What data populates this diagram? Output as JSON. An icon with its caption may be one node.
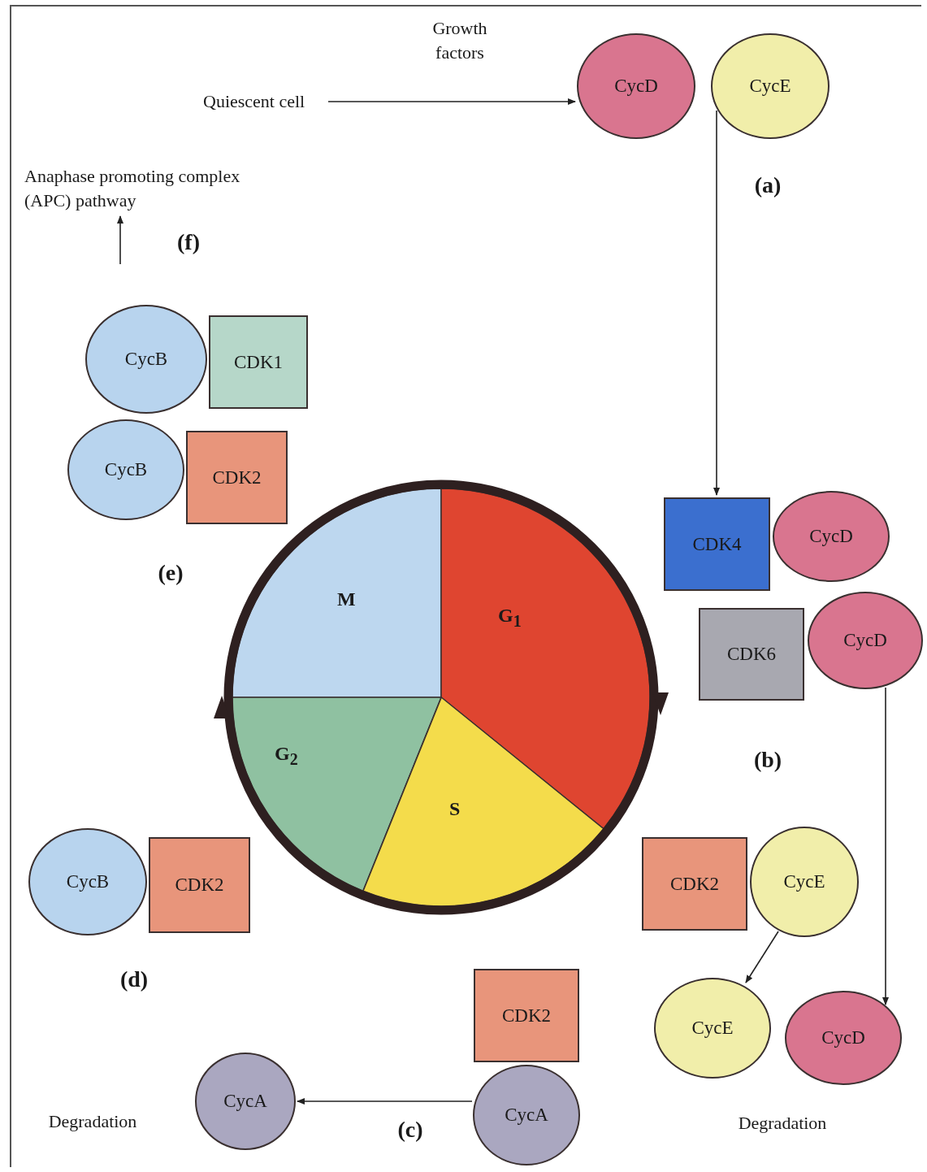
{
  "diagram": {
    "nodes": [
      {
        "text": [
          "Quiescent cell"
        ]
      },
      {
        "text": [
          "CycD"
        ]
      },
      {
        "text": [
          "CycE"
        ]
      },
      {
        "text": [
          "Anaphase promoting complex (APC) pathway"
        ]
      },
      {
        "text": [
          "CycB"
        ]
      },
      {
        "text": [
          "CDK1"
        ]
      },
      {
        "text": [
          "CycB"
        ]
      },
      {
        "text": [
          "CDK2"
        ]
      },
      {
        "text": [
          "M"
        ]
      },
      {
        "text": [
          "G$_{1}$"
        ]
      },
      {
        "text": [
          "CDK4"
        ]
      },
      {
        "text": [
          "CycD"
        ]
      },
      {
        "text": [
          "CDK6"
        ]
      },
      {
        "text": [
          "CycD"
        ]
      },
      {
        "text": [
          "G$_{2}$"
        ]
      },
      {
        "text": [
          "S"
        ]
      },
      {
        "text": [
          "CycB"
        ]
      },
      {
        "text": [
          "CDK2"
        ]
      },
      {
        "text": [
          "CDK2"
        ]
      },
      {
        "text": [
          "CycE"
        ]
      },
      {
        "text": [
          "CycE"
        ]
      },
      {
        "text": [
          "CycD"
        ]
      },
      {
        "text": [
          "CDK2"
        ]
      },
      {
        "text": [
          "CycA"
        ]
      },
      {
        "text": [
          "CycA"
        ]
      }
    ],
    "edges": [
      {
        "from": 0,
        "to": 1,
        "arrow": "to",
        "label": "Growth factors"
      },
      {
        "from": 2,
        "to": 10,
        "arrow": "to"
      },
      {
        "from": 13,
        "to": 21,
        "arrow": "to"
      },
      {
        "from": 19,
        "to": 20,
        "arrow": "to"
      },
      {
        "from": 24,
        "to": 23,
        "arrow": "to"
      },
      {
        "from": null,
        "to": 3,
        "arrow": "to"
      }
    ],
    "labels": [
      "(a)",
      "(f)",
      "(e)",
      "(b)",
      "(d)",
      "Degradation",
      "(c)",
      "Degradation"
    ]
  }
}
